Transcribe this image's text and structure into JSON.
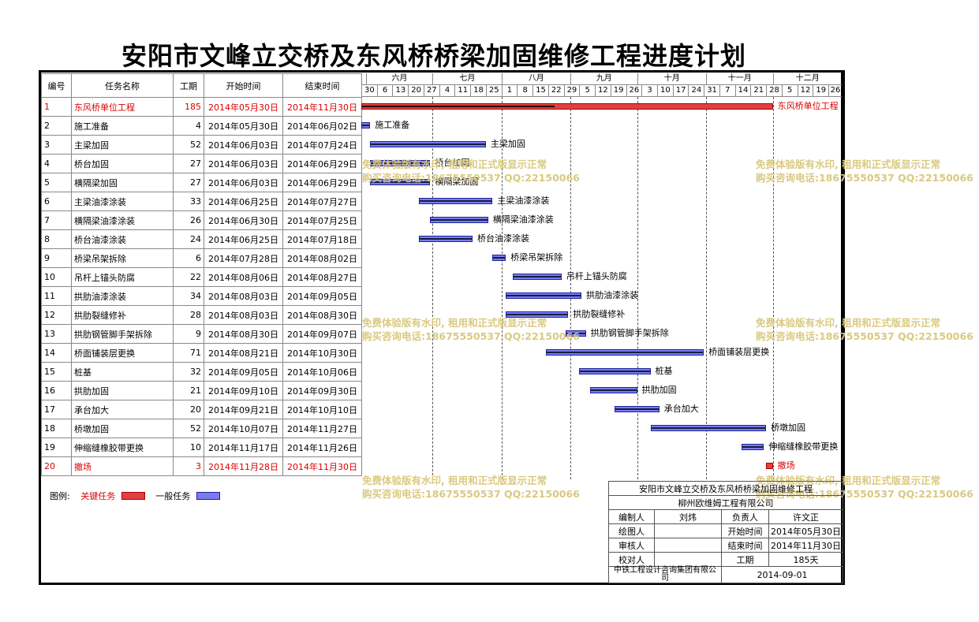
{
  "page": {
    "title": "安阳市文峰立交桥及东风桥桥梁加固维修工程进度计划"
  },
  "table": {
    "headers": {
      "id": "编号",
      "name": "任务名称",
      "duration": "工期",
      "start": "开始时间",
      "end": "结束时间"
    },
    "rows": [
      {
        "id": "1",
        "name": "东风桥单位工程",
        "duration": "185",
        "start": "2014年05月30日",
        "end": "2014年11月30日",
        "critical": true
      },
      {
        "id": "2",
        "name": "施工准备",
        "duration": "4",
        "start": "2014年05月30日",
        "end": "2014年06月02日"
      },
      {
        "id": "3",
        "name": "主梁加固",
        "duration": "52",
        "start": "2014年06月03日",
        "end": "2014年07月24日"
      },
      {
        "id": "4",
        "name": "桥台加固",
        "duration": "27",
        "start": "2014年06月03日",
        "end": "2014年06月29日"
      },
      {
        "id": "5",
        "name": "横隔梁加固",
        "duration": "27",
        "start": "2014年06月03日",
        "end": "2014年06月29日"
      },
      {
        "id": "6",
        "name": "主梁油漆涂装",
        "duration": "33",
        "start": "2014年06月25日",
        "end": "2014年07月27日"
      },
      {
        "id": "7",
        "name": "横隔梁油漆涂装",
        "duration": "26",
        "start": "2014年06月30日",
        "end": "2014年07月25日"
      },
      {
        "id": "8",
        "name": "桥台油漆涂装",
        "duration": "24",
        "start": "2014年06月25日",
        "end": "2014年07月18日"
      },
      {
        "id": "9",
        "name": "桥梁吊架拆除",
        "duration": "6",
        "start": "2014年07月28日",
        "end": "2014年08月02日"
      },
      {
        "id": "10",
        "name": "吊杆上锚头防腐",
        "duration": "22",
        "start": "2014年08月06日",
        "end": "2014年08月27日"
      },
      {
        "id": "11",
        "name": "拱肋油漆涂装",
        "duration": "34",
        "start": "2014年08月03日",
        "end": "2014年09月05日"
      },
      {
        "id": "12",
        "name": "拱肋裂缝修补",
        "duration": "28",
        "start": "2014年08月03日",
        "end": "2014年08月30日"
      },
      {
        "id": "13",
        "name": "拱肋钢管脚手架拆除",
        "duration": "9",
        "start": "2014年08月30日",
        "end": "2014年09月07日"
      },
      {
        "id": "14",
        "name": "桥面铺装层更换",
        "duration": "71",
        "start": "2014年08月21日",
        "end": "2014年10月30日"
      },
      {
        "id": "15",
        "name": "桩基",
        "duration": "32",
        "start": "2014年09月05日",
        "end": "2014年10月06日"
      },
      {
        "id": "16",
        "name": "拱肋加固",
        "duration": "21",
        "start": "2014年09月10日",
        "end": "2014年09月30日"
      },
      {
        "id": "17",
        "name": "承台加大",
        "duration": "20",
        "start": "2014年09月21日",
        "end": "2014年10月10日"
      },
      {
        "id": "18",
        "name": "桥墩加固",
        "duration": "52",
        "start": "2014年10月07日",
        "end": "2014年11月27日"
      },
      {
        "id": "19",
        "name": "伸缩缝橡胶带更换",
        "duration": "10",
        "start": "2014年11月17日",
        "end": "2014年11月26日"
      },
      {
        "id": "20",
        "name": "撤场",
        "duration": "3",
        "start": "2014年11月28日",
        "end": "2014年11月30日",
        "critical": true
      }
    ]
  },
  "gantt": {
    "timeline_start": "2014-05-30",
    "timeline_end": "2014-12-31",
    "months": [
      {
        "label": "六月",
        "start": "2014-06-01"
      },
      {
        "label": "七月",
        "start": "2014-07-01"
      },
      {
        "label": "八月",
        "start": "2014-08-01"
      },
      {
        "label": "九月",
        "start": "2014-09-01"
      },
      {
        "label": "十月",
        "start": "2014-10-01"
      },
      {
        "label": "十一月",
        "start": "2014-11-01"
      },
      {
        "label": "十二月",
        "start": "2014-12-01"
      }
    ],
    "day_ticks": [
      {
        "label": "30",
        "date": "2014-05-30"
      },
      {
        "label": "6",
        "date": "2014-06-06"
      },
      {
        "label": "13",
        "date": "2014-06-13"
      },
      {
        "label": "20",
        "date": "2014-06-20"
      },
      {
        "label": "27",
        "date": "2014-06-27"
      },
      {
        "label": "4",
        "date": "2014-07-04"
      },
      {
        "label": "11",
        "date": "2014-07-11"
      },
      {
        "label": "18",
        "date": "2014-07-18"
      },
      {
        "label": "25",
        "date": "2014-07-25"
      },
      {
        "label": "1",
        "date": "2014-08-01"
      },
      {
        "label": "8",
        "date": "2014-08-08"
      },
      {
        "label": "15",
        "date": "2014-08-15"
      },
      {
        "label": "22",
        "date": "2014-08-22"
      },
      {
        "label": "29",
        "date": "2014-08-29"
      },
      {
        "label": "5",
        "date": "2014-09-05"
      },
      {
        "label": "12",
        "date": "2014-09-12"
      },
      {
        "label": "19",
        "date": "2014-09-19"
      },
      {
        "label": "26",
        "date": "2014-09-26"
      },
      {
        "label": "3",
        "date": "2014-10-03"
      },
      {
        "label": "10",
        "date": "2014-10-10"
      },
      {
        "label": "17",
        "date": "2014-10-17"
      },
      {
        "label": "24",
        "date": "2014-10-24"
      },
      {
        "label": "31",
        "date": "2014-10-31"
      },
      {
        "label": "7",
        "date": "2014-11-07"
      },
      {
        "label": "14",
        "date": "2014-11-14"
      },
      {
        "label": "21",
        "date": "2014-11-21"
      },
      {
        "label": "28",
        "date": "2014-11-28"
      },
      {
        "label": "5",
        "date": "2014-12-05"
      },
      {
        "label": "12",
        "date": "2014-12-12"
      },
      {
        "label": "19",
        "date": "2014-12-19"
      },
      {
        "label": "26",
        "date": "2014-12-26"
      }
    ],
    "critical_progress": 0.47
  },
  "legend": {
    "label": "图例:",
    "critical": "关键任务",
    "normal": "一般任务"
  },
  "watermark": {
    "line1": "免费体验版有水印, 租用和正式版显示正常",
    "line2": "购买咨询电话:18675550537 QQ:22150066"
  },
  "titleblock": {
    "project": "安阳市文峰立交桥及东风桥桥梁加固维修工程",
    "company": "柳州欧维姆工程有限公司",
    "prepared_label": "编制人",
    "prepared_value": "刘炜",
    "responsible_label": "负责人",
    "responsible_value": "许文正",
    "drawing_label": "绘图人",
    "start_label": "开始时间",
    "start_value": "2014年05月30日",
    "review_label": "审核人",
    "end_label": "结束时间",
    "end_value": "2014年11月30日",
    "check_label": "校对人",
    "duration_label": "工期",
    "duration_value": "185天",
    "org": "中铁工程设计咨询集团有限公司",
    "date": "2014-09-01"
  }
}
